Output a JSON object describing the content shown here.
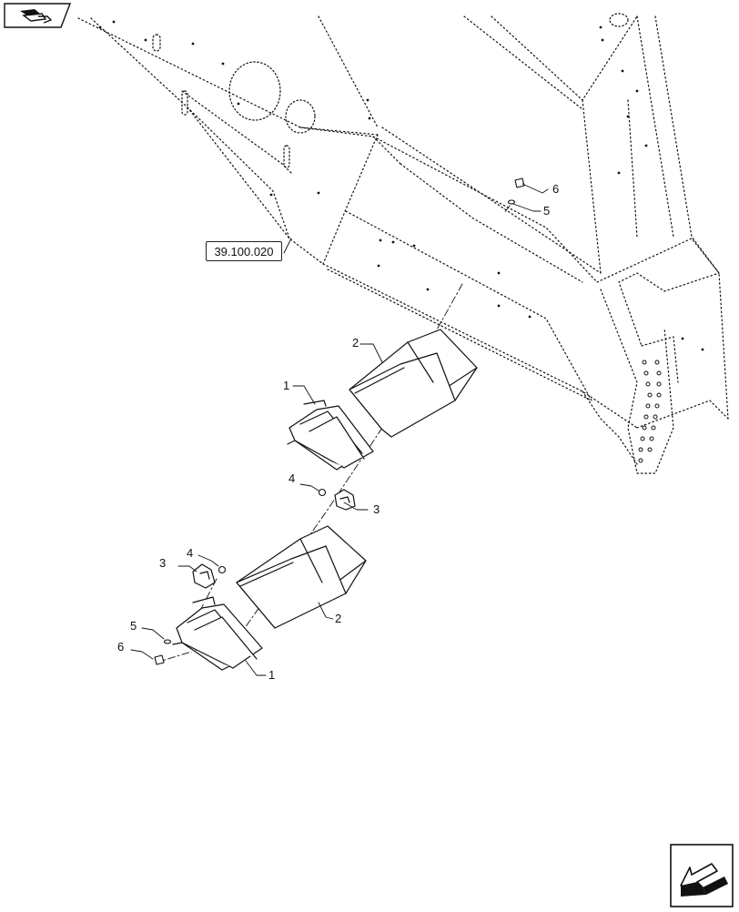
{
  "header_icon": "book-arrow-icon",
  "corner_icon": "next-page-arrow-icon",
  "reference_label": "39.100.020",
  "callouts": {
    "c1_upper": "1",
    "c1_lower": "1",
    "c2_upper": "2",
    "c2_lower": "2",
    "c3_right": "3",
    "c3_left": "3",
    "c4_mid": "4",
    "c4_left": "4",
    "c5_right": "5",
    "c5_left": "5",
    "c6_right": "6",
    "c6_left": "6"
  }
}
